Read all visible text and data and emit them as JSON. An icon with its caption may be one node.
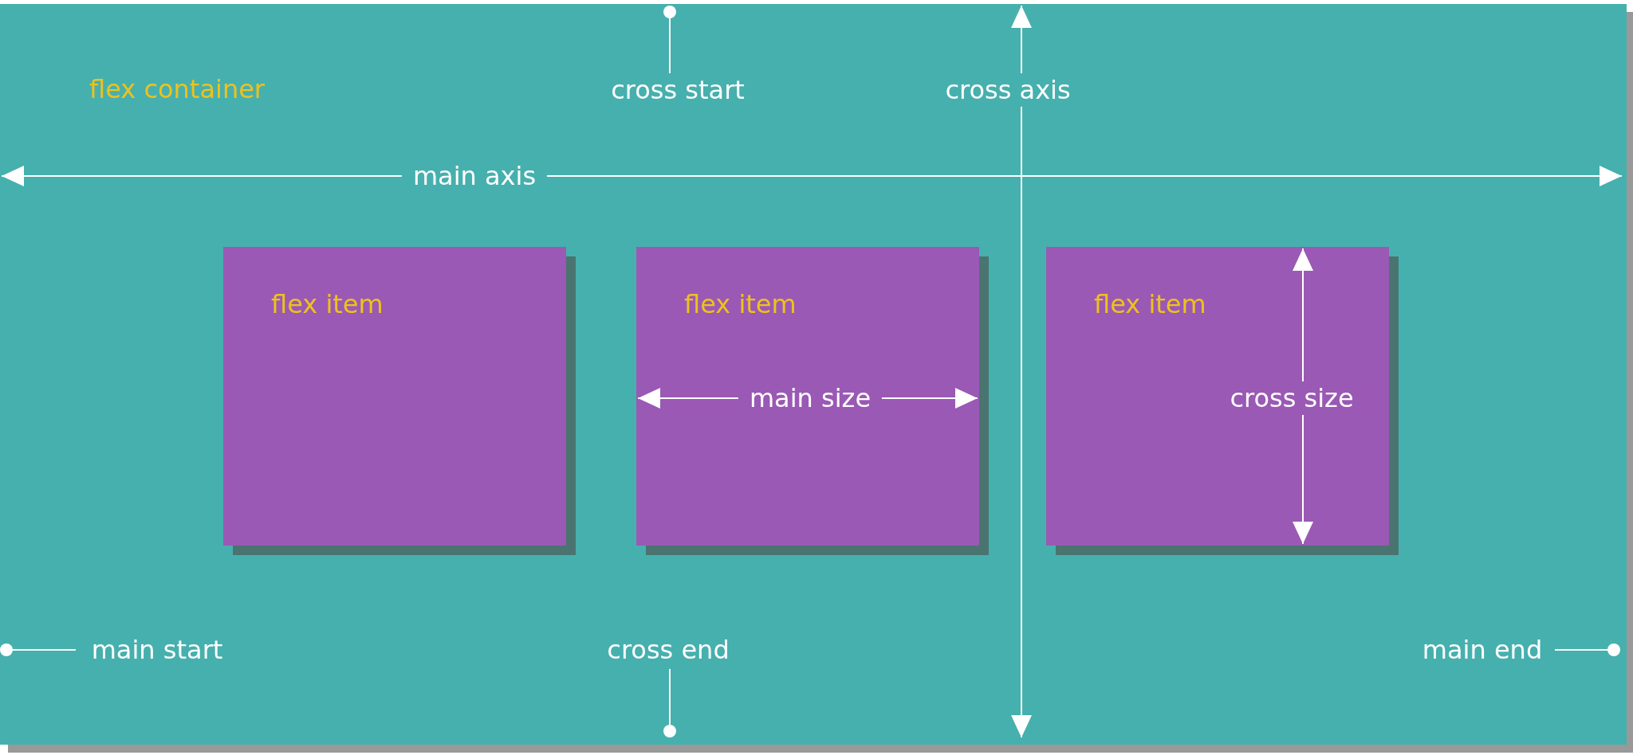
{
  "diagram": {
    "nodes": [
      {
        "text": [
          "flex container"
        ]
      },
      {
        "text": [
          "flex item"
        ],
        "in": 0
      },
      {
        "text": [
          "flex item"
        ],
        "in": 0
      },
      {
        "text": [
          "flex item"
        ],
        "in": 0
      }
    ],
    "labels": [
      "cross start",
      "cross axis",
      "main axis",
      "main size",
      "cross size",
      "main start",
      "cross end",
      "main end"
    ]
  }
}
